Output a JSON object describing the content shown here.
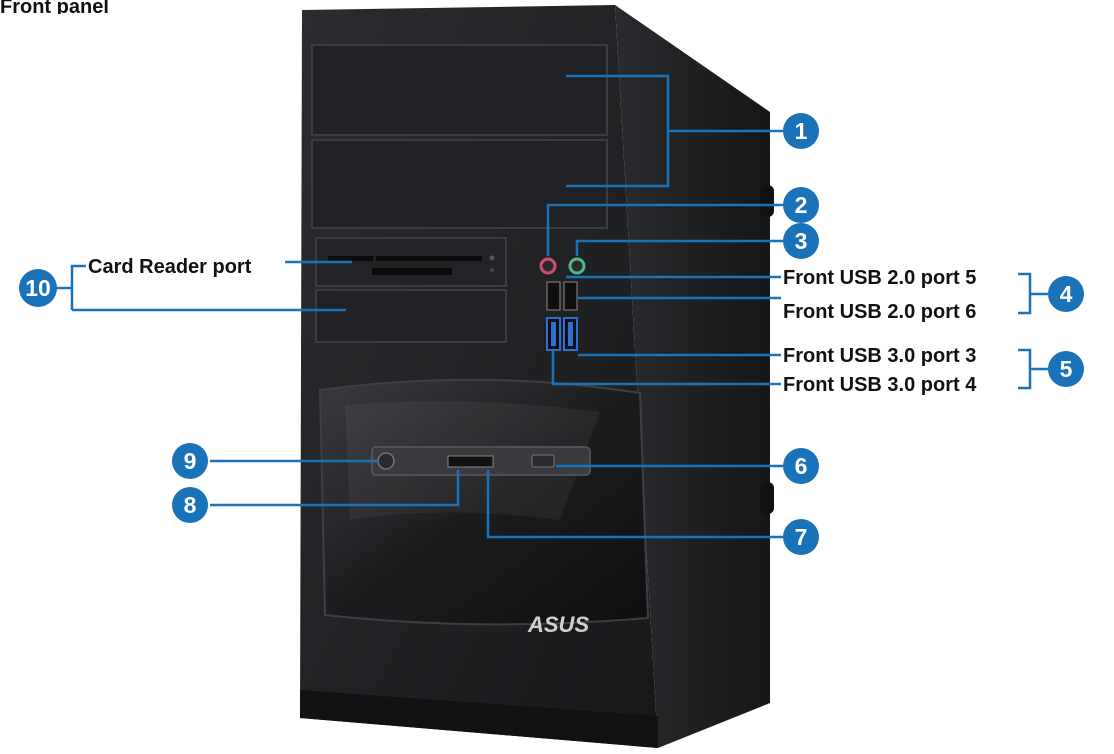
{
  "header": {
    "text": "Front panel"
  },
  "brand": {
    "logo_text": "ASUS"
  },
  "labels": {
    "card_reader": "Card Reader port",
    "usb20_port5": "Front USB 2.0 port 5",
    "usb20_port6": "Front USB 2.0 port 6",
    "usb30_port3": "Front USB 3.0 port 3",
    "usb30_port4": "Front USB 3.0 port 4"
  },
  "callouts": [
    "1",
    "2",
    "3",
    "4",
    "5",
    "6",
    "7",
    "8",
    "9",
    "10"
  ],
  "colors": {
    "callout": "#1a73b8",
    "chassis": "#1e1f21",
    "mic_jack": "#d14a7a",
    "headphone_jack": "#4fb98a",
    "usb3_blue": "#2e6fd1"
  }
}
